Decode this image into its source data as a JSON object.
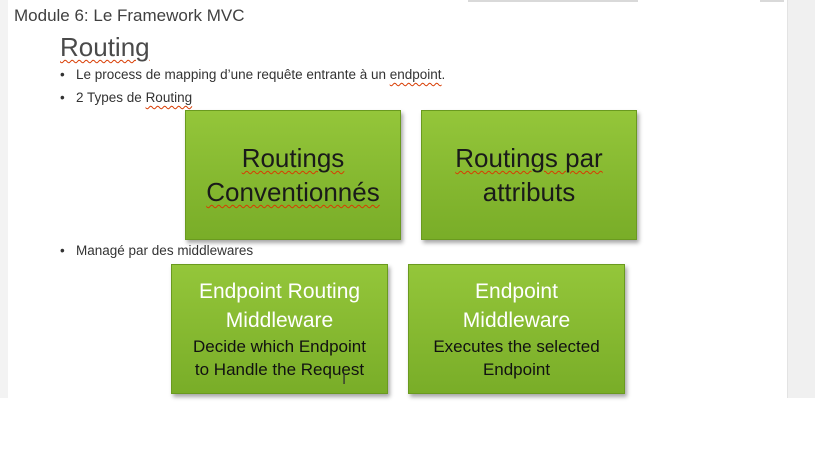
{
  "slide": {
    "module_title": "Module 6: Le Framework MVC",
    "title": "Routing",
    "bullets": [
      {
        "before": "Le process de mapping d’une requête entrante à un ",
        "underlined": "endpoint",
        "after": "."
      },
      {
        "before": "2 Types de ",
        "underlined": "Routing",
        "after": ""
      },
      {
        "text": "Managé par des middlewares"
      }
    ],
    "bullet_symbol": "•",
    "boxes": [
      {
        "line1": "Routings",
        "line2": "Conventionnés"
      },
      {
        "line1": "Routings par",
        "line2": "attributs"
      },
      {
        "head1": "Endpoint Routing",
        "head2": "Middleware",
        "sub1": "Decide which Endpoint",
        "sub2": "to Handle the Request"
      },
      {
        "head1": "Endpoint",
        "head2": "Middleware",
        "sub1": "Executes the selected",
        "sub2": "Endpoint"
      }
    ],
    "cursor_glyph": "I"
  },
  "colors": {
    "box_fill": "#8dc034",
    "spellcheck": "#d83b01"
  }
}
